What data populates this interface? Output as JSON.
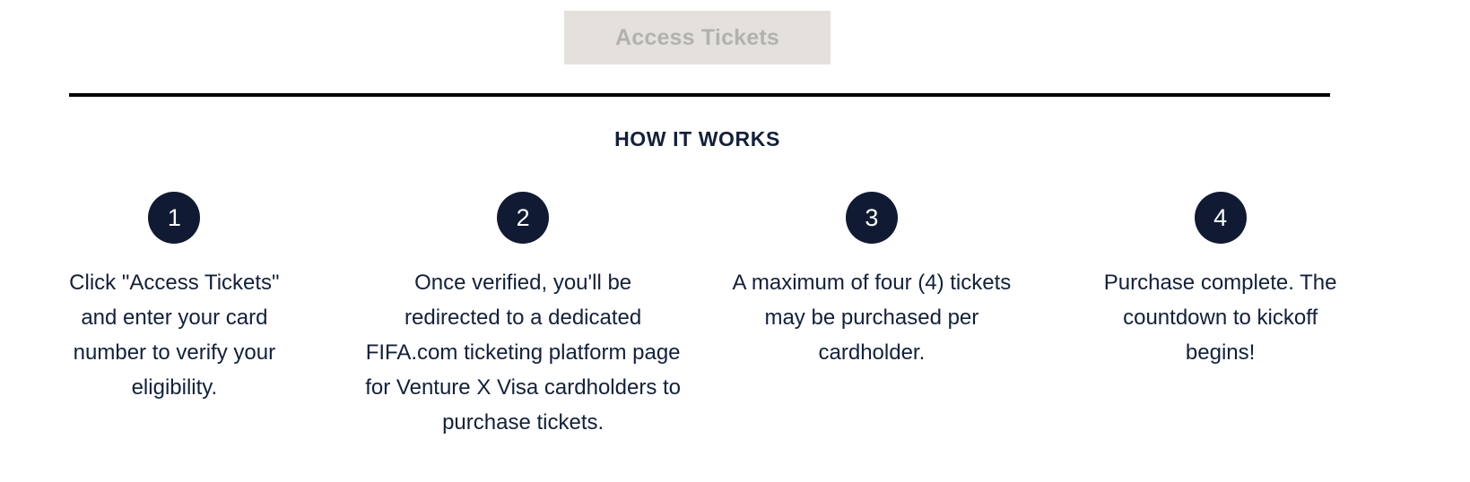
{
  "cta": {
    "label": "Access Tickets",
    "state": "disabled",
    "background_color": "#E4E1DC",
    "text_color": "#B3B1AE"
  },
  "divider": {
    "color": "#000000"
  },
  "section": {
    "heading": "HOW IT WORKS",
    "heading_color": "#12203C"
  },
  "theme": {
    "badge_color": "#101B33",
    "badge_text_color": "#FFFFFF",
    "body_text_color": "#12203C",
    "page_background": "#FFFFFF"
  },
  "steps": [
    {
      "number": "1",
      "text": "Click \"Access Tickets\" and enter your card number to verify your eligibility."
    },
    {
      "number": "2",
      "text": "Once verified, you'll be redirected to a dedicated FIFA.com ticketing platform page for Venture X Visa cardholders to purchase tickets."
    },
    {
      "number": "3",
      "text": "A maximum of four (4) tickets may be purchased per cardholder."
    },
    {
      "number": "4",
      "text": "Purchase complete. The countdown to kickoff begins!"
    }
  ]
}
